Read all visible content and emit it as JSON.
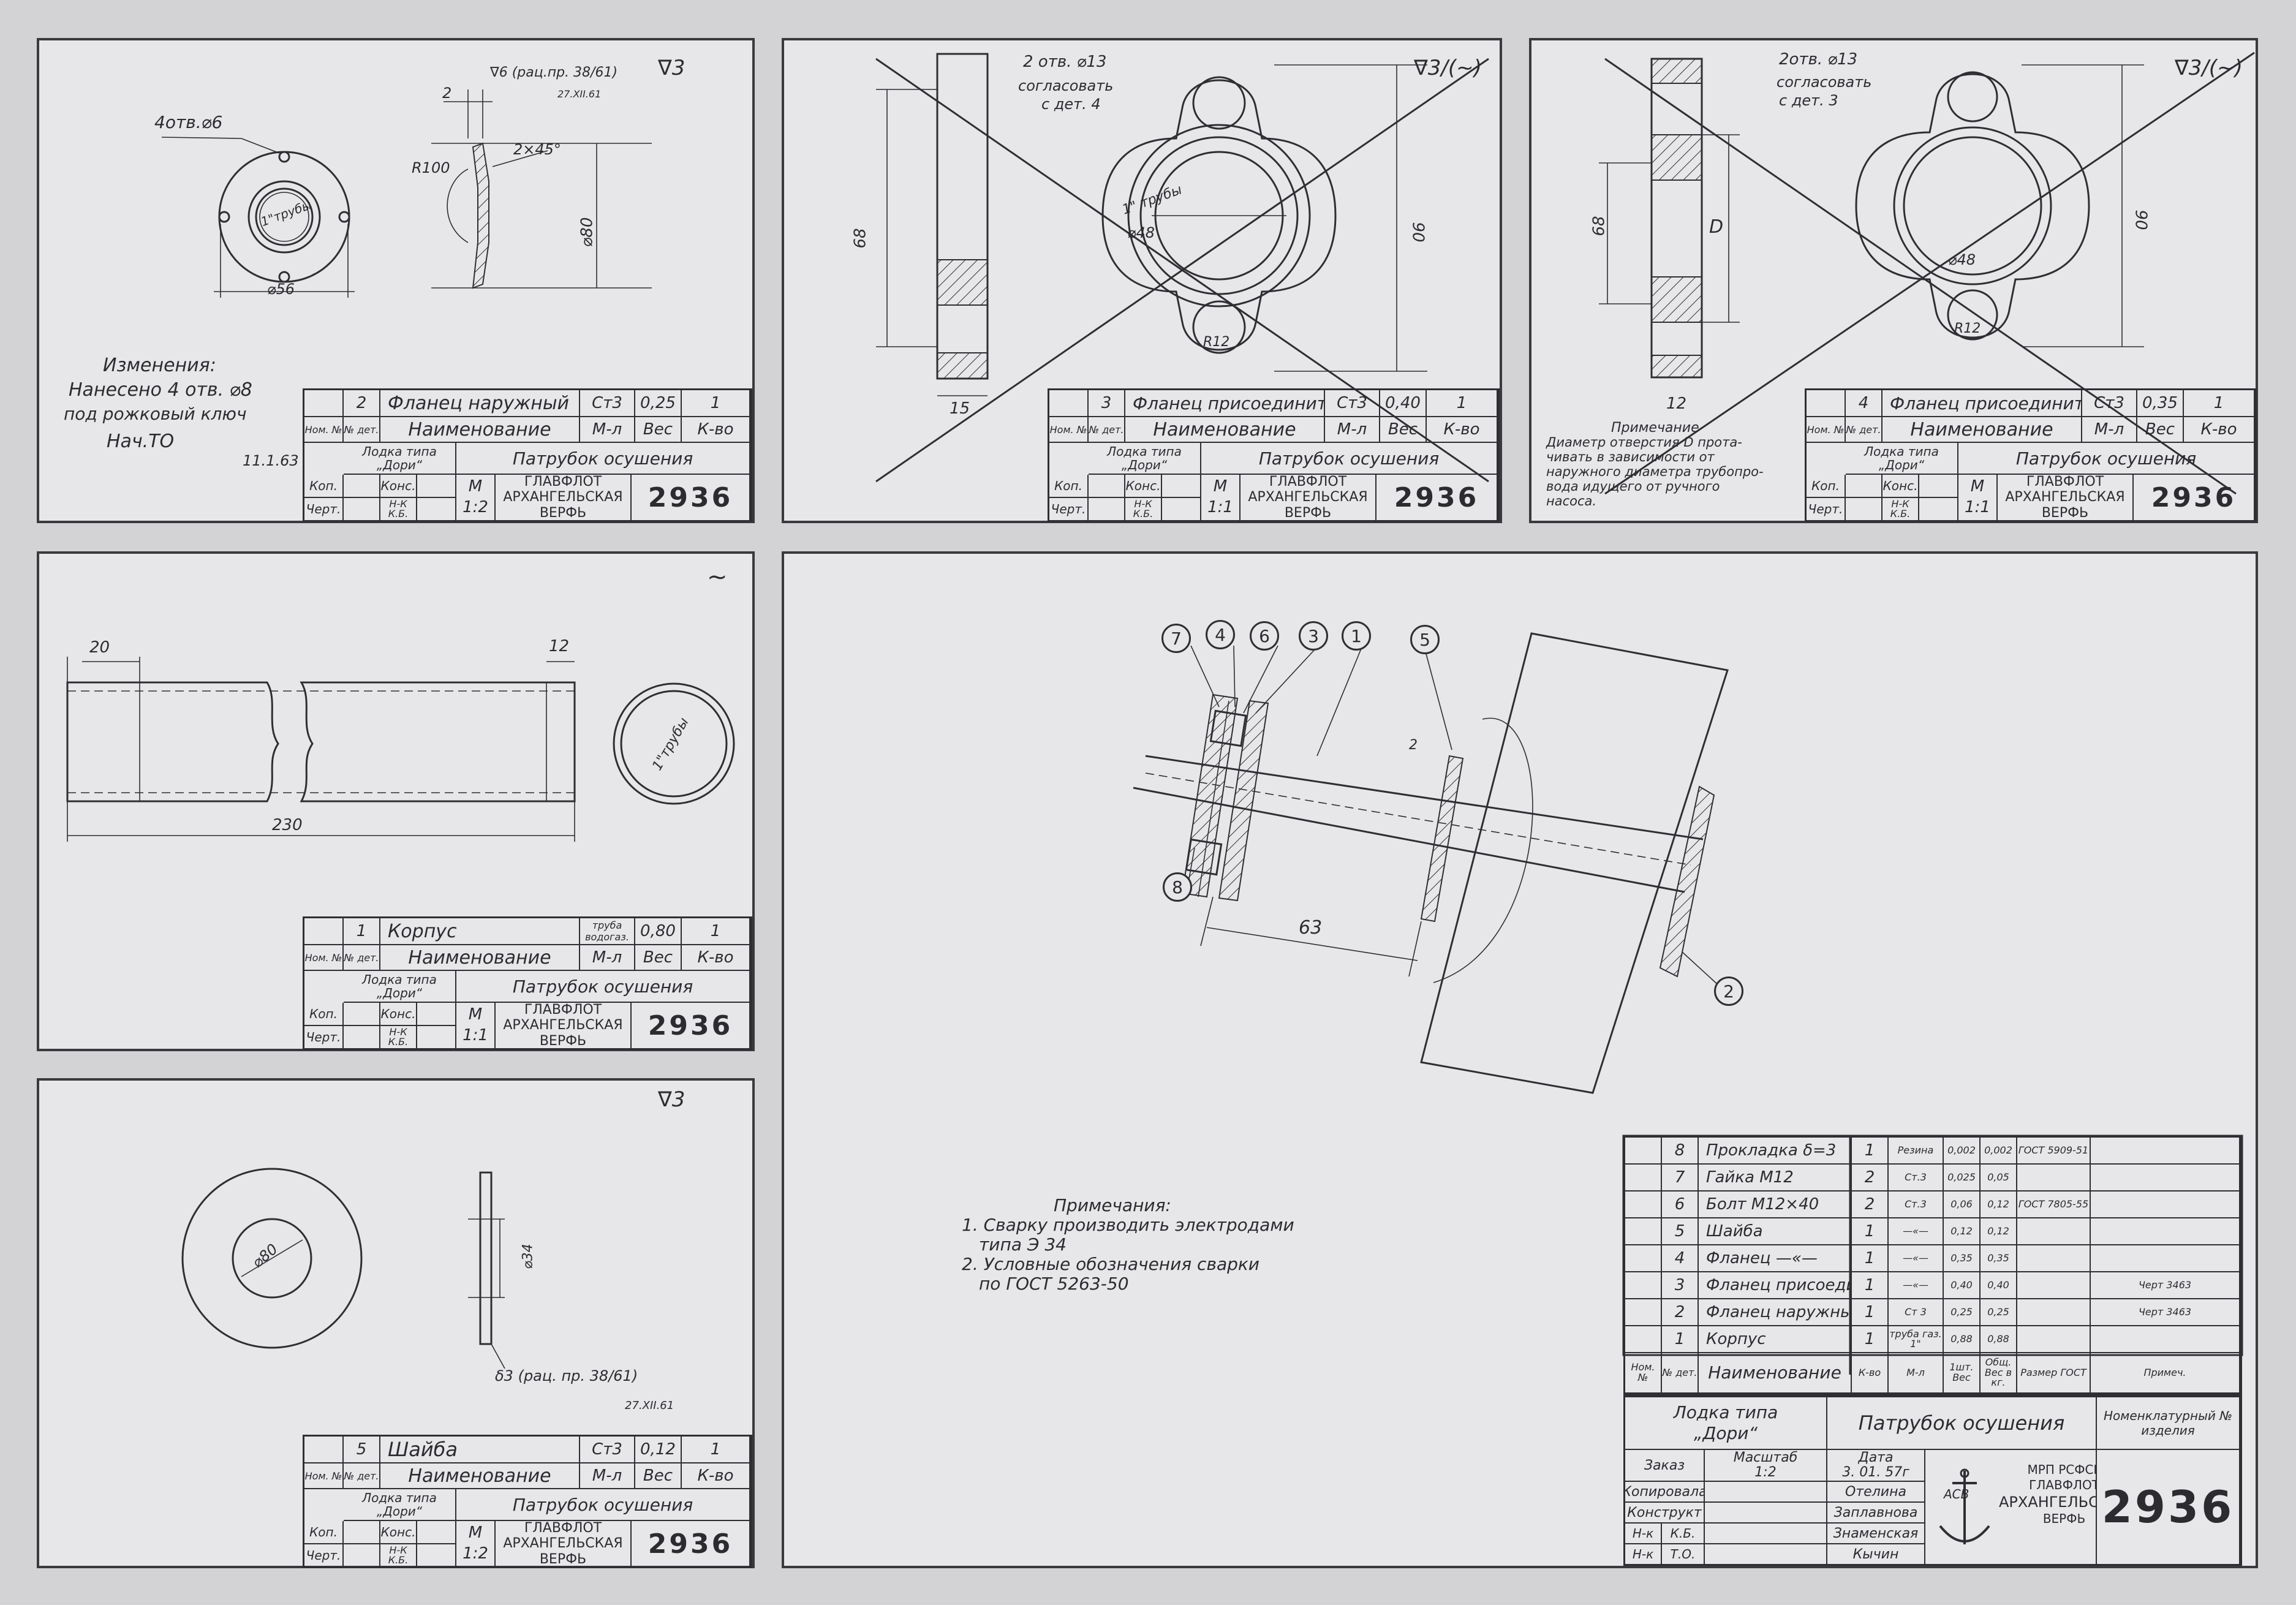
{
  "drawing_number": "2936",
  "org": {
    "line1": "ГЛАВФЛОТ",
    "line2": "АРХАНГЕЛЬСКАЯ",
    "line3": "ВЕРФЬ"
  },
  "sheets": {
    "p2": {
      "part_no": "2",
      "name": "Фланец наружный",
      "material": "Ст3",
      "weight": "0,25",
      "qty": "1",
      "scale_label": "М",
      "scale": "1:2",
      "annotations": {
        "holes": "4отв.⌀6",
        "dia56": "⌀56",
        "dia80": "⌀80",
        "r100": "R100",
        "chamfer": "2×45°",
        "dim2": "2",
        "rough": "∇6 (рац.пр. 38/61)",
        "sign_date": "27.XII.61",
        "pipe": "1\"трубы"
      },
      "change_note": [
        "Изменения:",
        "Нанесено 4 отв. ⌀8",
        "под рожковый ключ",
        "Нач.ТО",
        "11.1.63"
      ],
      "finish": "∇3"
    },
    "p3": {
      "part_no": "3",
      "name": "Фланец присоединит.",
      "material": "Ст3",
      "weight": "0,40",
      "qty": "1",
      "scale_label": "М",
      "scale": "1:1",
      "annotations": {
        "holes": "2 отв. ⌀13",
        "agree1": "согласовать",
        "agree2": "с дет. 4",
        "d68": "68",
        "d90": "90",
        "d48": "⌀48",
        "r12": "R12",
        "t15": "15",
        "pipe": "1\" трубы"
      },
      "finish": "∇3/(∼)"
    },
    "p4": {
      "part_no": "4",
      "name": "Фланец присоединит.",
      "material": "Ст3",
      "weight": "0,35",
      "qty": "1",
      "scale_label": "М",
      "scale": "1:1",
      "annotations": {
        "holes": "2отв. ⌀13",
        "agree1": "согласовать",
        "agree2": "с дет. 3",
        "dD": "D",
        "d68": "68",
        "d90": "90",
        "d48": "⌀48",
        "r12": "R12",
        "t12": "12"
      },
      "note": [
        "Примечание",
        "Диаметр отверстия D прота-",
        "чивать в зависимости от",
        "наружного диаметра трубопро-",
        "вода идущего от ручного",
        "насоса."
      ],
      "finish": "∇3/(∼)"
    },
    "p1": {
      "part_no": "1",
      "name": "Корпус",
      "material": "труба водогаз.",
      "weight": "0,80",
      "qty": "1",
      "scale_label": "М",
      "scale": "1:1",
      "annotations": {
        "d20": "20",
        "d12": "12",
        "d230": "230",
        "pipe": "1\"трубы"
      },
      "finish": "∼"
    },
    "p5": {
      "part_no": "5",
      "name": "Шайба",
      "material": "Ст3",
      "weight": "0,12",
      "qty": "1",
      "scale_label": "М",
      "scale": "1:2",
      "annotations": {
        "d80": "⌀80",
        "d34": "⌀34",
        "thick": "δ3 (рац. пр. 38/61)",
        "sign_date": "27.XII.61"
      },
      "finish": "∇3"
    }
  },
  "title_common": {
    "head_no": "Ном. №",
    "head_det": "№ дет.",
    "head_name": "Наименование",
    "head_mat": "М-л",
    "head_weight": "Вес",
    "head_qty": "К-во",
    "boat_1": "Лодка типа",
    "boat_2": "„Дори“",
    "product": "Патрубок осушения",
    "kop": "Коп.",
    "chert": "Черт.",
    "kons": "Конс.",
    "nk": "Н-К",
    "kb": "К.Б."
  },
  "assembly": {
    "notes_title": "Примечания:",
    "notes": [
      "1. Сварку производить электродами",
      "типа Э 34",
      "2. Условные обозначения сварки",
      "по ГОСТ 5263-50"
    ],
    "balloons": [
      "7",
      "4",
      "6",
      "3",
      "1",
      "5",
      "8",
      "2"
    ],
    "dim63": "63",
    "weld": "2",
    "bom_rows": [
      {
        "pos": "8",
        "name": "Прокладка δ=3",
        "qty": "1",
        "mat": "Резина",
        "w1": "0,002",
        "w2": "0,002",
        "std": "ГОСТ 5909-51",
        "note": ""
      },
      {
        "pos": "7",
        "name": "Гайка М12",
        "qty": "2",
        "mat": "Ст.3",
        "w1": "0,025",
        "w2": "0,05",
        "std": "",
        "note": ""
      },
      {
        "pos": "6",
        "name": "Болт М12×40",
        "qty": "2",
        "mat": "Ст.3",
        "w1": "0,06",
        "w2": "0,12",
        "std": "ГОСТ 7805-55",
        "note": ""
      },
      {
        "pos": "5",
        "name": "Шайба",
        "qty": "1",
        "mat": "—«—",
        "w1": "0,12",
        "w2": "0,12",
        "std": "",
        "note": ""
      },
      {
        "pos": "4",
        "name": "Фланец —«—",
        "qty": "1",
        "mat": "—«—",
        "w1": "0,35",
        "w2": "0,35",
        "std": "",
        "note": ""
      },
      {
        "pos": "3",
        "name": "Фланец присоединит.",
        "qty": "1",
        "mat": "—«—",
        "w1": "0,40",
        "w2": "0,40",
        "std": "",
        "note": "Черт 3463"
      },
      {
        "pos": "2",
        "name": "Фланец наружный",
        "qty": "1",
        "mat": "Ст 3",
        "w1": "0,25",
        "w2": "0,25",
        "std": "",
        "note": "Черт 3463"
      },
      {
        "pos": "1",
        "name": "Корпус",
        "qty": "1",
        "mat": "труба газ. 1\"",
        "w1": "0,88",
        "w2": "0,88",
        "std": "",
        "note": ""
      }
    ],
    "bom_head": {
      "no": "Ном. №",
      "det": "№ дет.",
      "name": "Наименование",
      "qty": "К-во",
      "mat": "М-л",
      "w1": "1шт. Вес",
      "w2": "Общ. Вес в кг.",
      "std": "Размер ГОСТ",
      "note": "Примеч."
    },
    "title": {
      "boat_1": "Лодка типа",
      "boat_2": "„Дори“",
      "product": "Патрубок осушения",
      "nomen": "Номенклатурный № изделия",
      "order": "Заказ",
      "scale_lbl": "Масштаб",
      "scale": "1:2",
      "date_lbl": "Дата",
      "date": "3. 01. 57г",
      "rows": [
        {
          "role": "Копировала",
          "name": "Отелина"
        },
        {
          "role": "Конструкт",
          "name": "Заплавнова"
        },
        {
          "role": "Н-к",
          "dept": "К.Б.",
          "name": "Знаменская"
        },
        {
          "role": "Н-к",
          "dept": "Т.О.",
          "name": "Кычин"
        }
      ],
      "ministry": "МРП РСФСР",
      "logo": "АСВ"
    }
  }
}
